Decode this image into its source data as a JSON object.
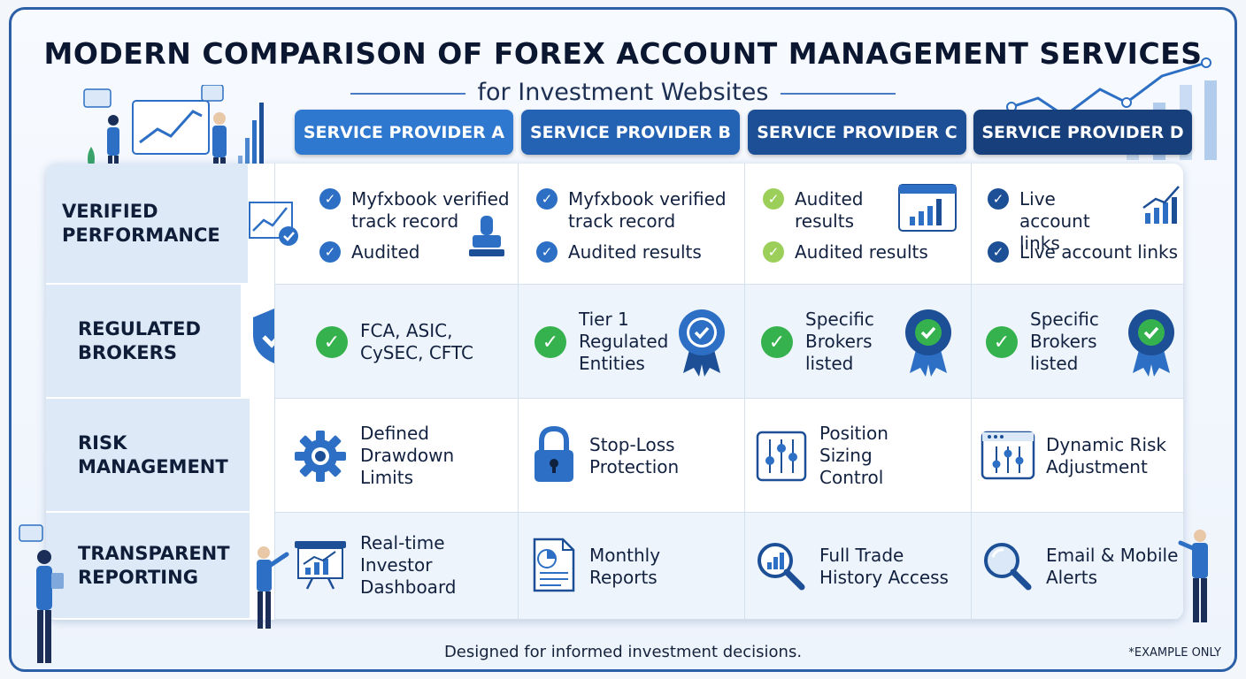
{
  "header": {
    "title": "MODERN COMPARISON OF FOREX ACCOUNT MANAGEMENT SERVICES",
    "subtitle": "for Investment Websites"
  },
  "providers": [
    {
      "label": "SERVICE PROVIDER A",
      "color": "#2f78cf"
    },
    {
      "label": "SERVICE PROVIDER B",
      "color": "#2462b4"
    },
    {
      "label": "SERVICE PROVIDER C",
      "color": "#1c4f96"
    },
    {
      "label": "SERVICE PROVIDER D",
      "color": "#173f7c"
    }
  ],
  "rows": [
    {
      "label": "VERIFIED PERFORMANCE"
    },
    {
      "label": "REGULATED BROKERS"
    },
    {
      "label": "RISK MANAGEMENT"
    },
    {
      "label": "TRANSPARENT REPORTING"
    }
  ],
  "verified": {
    "a1": "Myfxbook verified track record",
    "a2": "Audited",
    "b1": "Myfxbook verified track record",
    "b2": "Audited results",
    "c1": "Audited results",
    "c2": "Audited results",
    "d1": "Live account links",
    "d2": "Live account links"
  },
  "regulated": {
    "a": "FCA, ASIC, CySEC, CFTC",
    "b": "Tier 1 Regulated Entities",
    "c": "Specific Brokers listed",
    "d": "Specific Brokers listed"
  },
  "risk": {
    "a": "Defined Drawdown Limits",
    "b": "Stop-Loss Protection",
    "c": "Position Sizing Control",
    "d": "Dynamic Risk Adjustment"
  },
  "reporting": {
    "a": "Real-time Investor Dashboard",
    "b": "Monthly Reports",
    "c": "Full Trade History Access",
    "d": "Email & Mobile Alerts"
  },
  "footer": {
    "note": "Designed for informed investment decisions.",
    "disclaimer": "*EXAMPLE ONLY"
  },
  "colors": {
    "accent": "#2f78cf",
    "check_blue": "#2c6fc4",
    "check_green": "#35b24e",
    "check_lightgreen": "#9bcf5a",
    "row_label_bg": "#dde9f7"
  }
}
